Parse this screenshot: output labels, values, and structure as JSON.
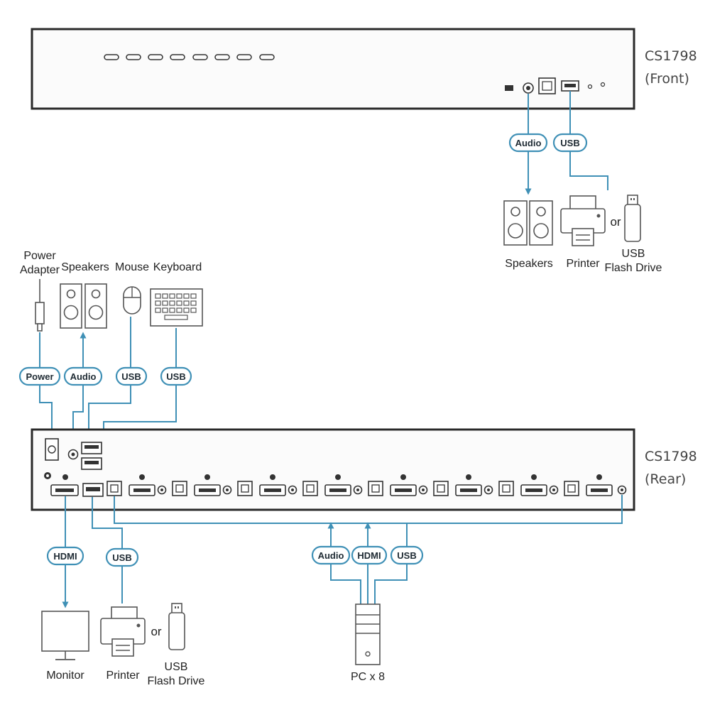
{
  "front": {
    "model": "CS1798",
    "side": "(Front)",
    "connections": [
      {
        "port": "Audio",
        "device": "Speakers"
      },
      {
        "port": "USB",
        "device": "Printer",
        "alt_device": "USB Flash Drive"
      }
    ],
    "or_text": "or",
    "devices": {
      "speakers": "Speakers",
      "printer": "Printer",
      "flash_line1": "USB",
      "flash_line2": "Flash Drive"
    }
  },
  "rear": {
    "model": "CS1798",
    "side": "(Rear)",
    "top_devices": {
      "power_line1": "Power",
      "power_line2": "Adapter",
      "speakers": "Speakers",
      "mouse": "Mouse",
      "keyboard": "Keyboard"
    },
    "top_tags": {
      "power": "Power",
      "audio": "Audio",
      "usb_mouse": "USB",
      "usb_keyboard": "USB"
    },
    "bottom_tags": {
      "hdmi": "HDMI",
      "usb": "USB",
      "pc_audio": "Audio",
      "pc_hdmi": "HDMI",
      "pc_usb": "USB"
    },
    "bottom_devices": {
      "monitor": "Monitor",
      "printer": "Printer",
      "or_text": "or",
      "flash_line1": "USB",
      "flash_line2": "Flash Drive",
      "pc": "PC x 8"
    }
  },
  "colors": {
    "cable": "#3f90b6",
    "chassis": "#2a2a2a",
    "device_outline": "#555555"
  },
  "icons": [
    "speakers-icon",
    "printer-icon",
    "usb-flash-drive-icon",
    "power-adapter-icon",
    "mouse-icon",
    "keyboard-icon",
    "monitor-icon",
    "pc-tower-icon",
    "hdmi-port-icon",
    "usb-b-port-icon",
    "audio-jack-icon"
  ]
}
